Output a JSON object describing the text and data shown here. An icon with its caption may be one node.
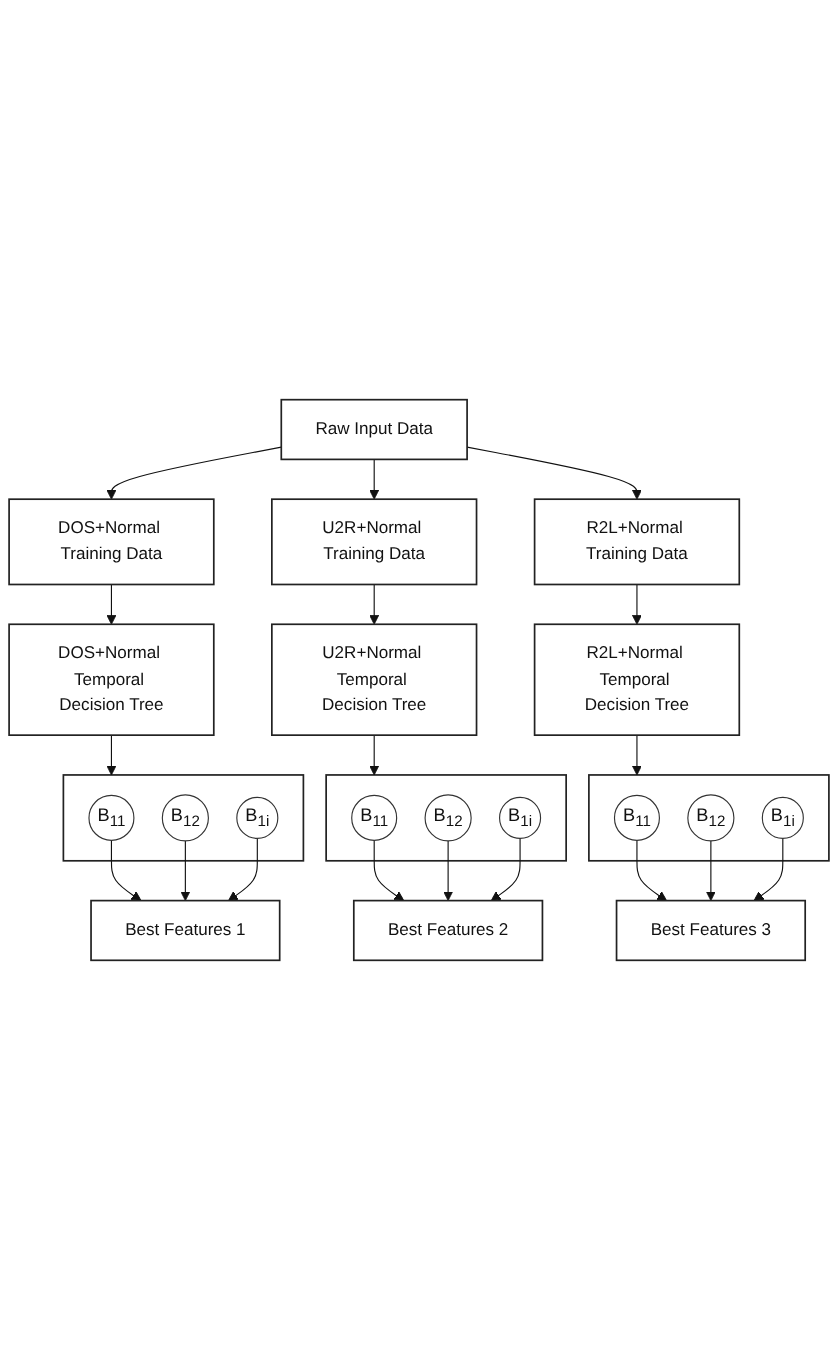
{
  "diagram": {
    "nodes": [
      {
        "text": [
          "Raw Input Data"
        ]
      },
      {
        "text": [
          "DOS+Normal Training Data"
        ]
      },
      {
        "text": [
          "U2R+Normal Training Data"
        ]
      },
      {
        "text": [
          "R2L+Normal Training Data"
        ]
      },
      {
        "text": [
          "DOS+Normal Temporal Decision Tree"
        ]
      },
      {
        "text": [
          "U2R+Normal Temporal Decision Tree"
        ]
      },
      {
        "text": [
          "R2L+Normal Temporal Decision Tree"
        ]
      },
      {
        "text": [],
        "shape": "box"
      },
      {
        "text": [
          "B$_{11}$"
        ],
        "in": 7
      },
      {
        "text": [
          "B$_{12}$"
        ],
        "in": 7
      },
      {
        "text": [
          "B$_{1i}$"
        ],
        "in": 7
      },
      {
        "text": [],
        "shape": "box"
      },
      {
        "text": [
          "B$_{11}$"
        ],
        "in": 11
      },
      {
        "text": [
          "B$_{12}$"
        ],
        "in": 11
      },
      {
        "text": [
          "B$_{1i}$"
        ],
        "in": 11
      },
      {
        "text": [],
        "shape": "box"
      },
      {
        "text": [
          "B$_{11}$"
        ],
        "in": 15
      },
      {
        "text": [
          "B$_{12}$"
        ],
        "in": 15
      },
      {
        "text": [
          "B$_{1i}$"
        ],
        "in": 15
      },
      {
        "text": [
          "Best Features 1"
        ]
      },
      {
        "text": [
          "Best Features 2"
        ]
      },
      {
        "text": [
          "Best Features 3"
        ]
      }
    ],
    "edges": [
      {
        "from": 0,
        "to": 1,
        "arrow": "to"
      },
      {
        "from": 0,
        "to": 2,
        "arrow": "to"
      },
      {
        "from": 0,
        "to": 3,
        "arrow": "to"
      },
      {
        "from": 1,
        "to": 4,
        "arrow": "to"
      },
      {
        "from": 2,
        "to": 5,
        "arrow": "to"
      },
      {
        "from": 3,
        "to": 6,
        "arrow": "to"
      },
      {
        "from": 4,
        "to": 7,
        "arrow": "to"
      },
      {
        "from": 5,
        "to": 11,
        "arrow": "to"
      },
      {
        "from": 6,
        "to": 15,
        "arrow": "to"
      },
      {
        "from": 8,
        "to": 19,
        "arrow": "to"
      },
      {
        "from": 9,
        "to": 19,
        "arrow": "to"
      },
      {
        "from": 10,
        "to": 19,
        "arrow": "to"
      },
      {
        "from": 12,
        "to": 20,
        "arrow": "to"
      },
      {
        "from": 13,
        "to": 20,
        "arrow": "to"
      },
      {
        "from": 14,
        "to": 20,
        "arrow": "to"
      },
      {
        "from": 16,
        "to": 21,
        "arrow": "to"
      },
      {
        "from": 17,
        "to": 21,
        "arrow": "to"
      },
      {
        "from": 18,
        "to": 21,
        "arrow": "to"
      }
    ]
  }
}
